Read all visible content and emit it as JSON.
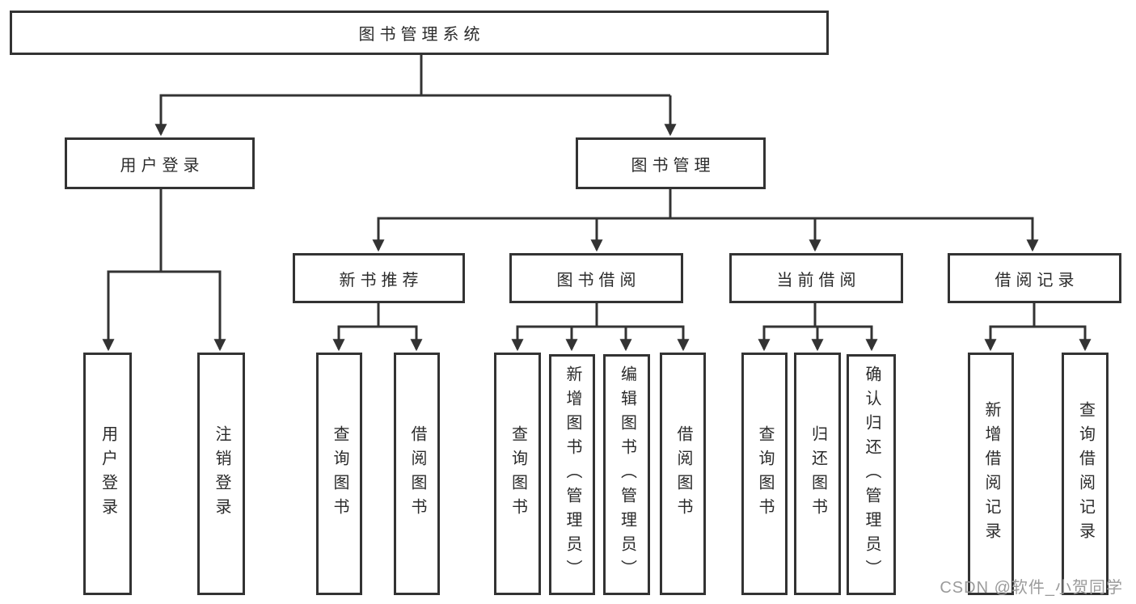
{
  "tree": {
    "label": "图书管理系统",
    "children": [
      {
        "label": "用户登录",
        "children": [
          {
            "label": "用户登录"
          },
          {
            "label": "注销登录"
          }
        ]
      },
      {
        "label": "图书管理",
        "children": [
          {
            "label": "新书推荐",
            "children": [
              {
                "label": "查询图书"
              },
              {
                "label": "借阅图书"
              }
            ]
          },
          {
            "label": "图书借阅",
            "children": [
              {
                "label": "查询图书"
              },
              {
                "label": "新增图书（管理员）"
              },
              {
                "label": "编辑图书（管理员）"
              },
              {
                "label": "借阅图书"
              }
            ]
          },
          {
            "label": "当前借阅",
            "children": [
              {
                "label": "查询图书"
              },
              {
                "label": "归还图书"
              },
              {
                "label": "确认归还（管理员）"
              }
            ]
          },
          {
            "label": "借阅记录",
            "children": [
              {
                "label": "新增借阅记录"
              },
              {
                "label": "查询借阅记录"
              }
            ]
          }
        ]
      }
    ]
  },
  "watermark": "CSDN @软件_小贺同学",
  "colors": {
    "line": "#333333",
    "text": "#2b2b2b",
    "background": "#ffffff",
    "watermark": "#9b9b9b"
  }
}
